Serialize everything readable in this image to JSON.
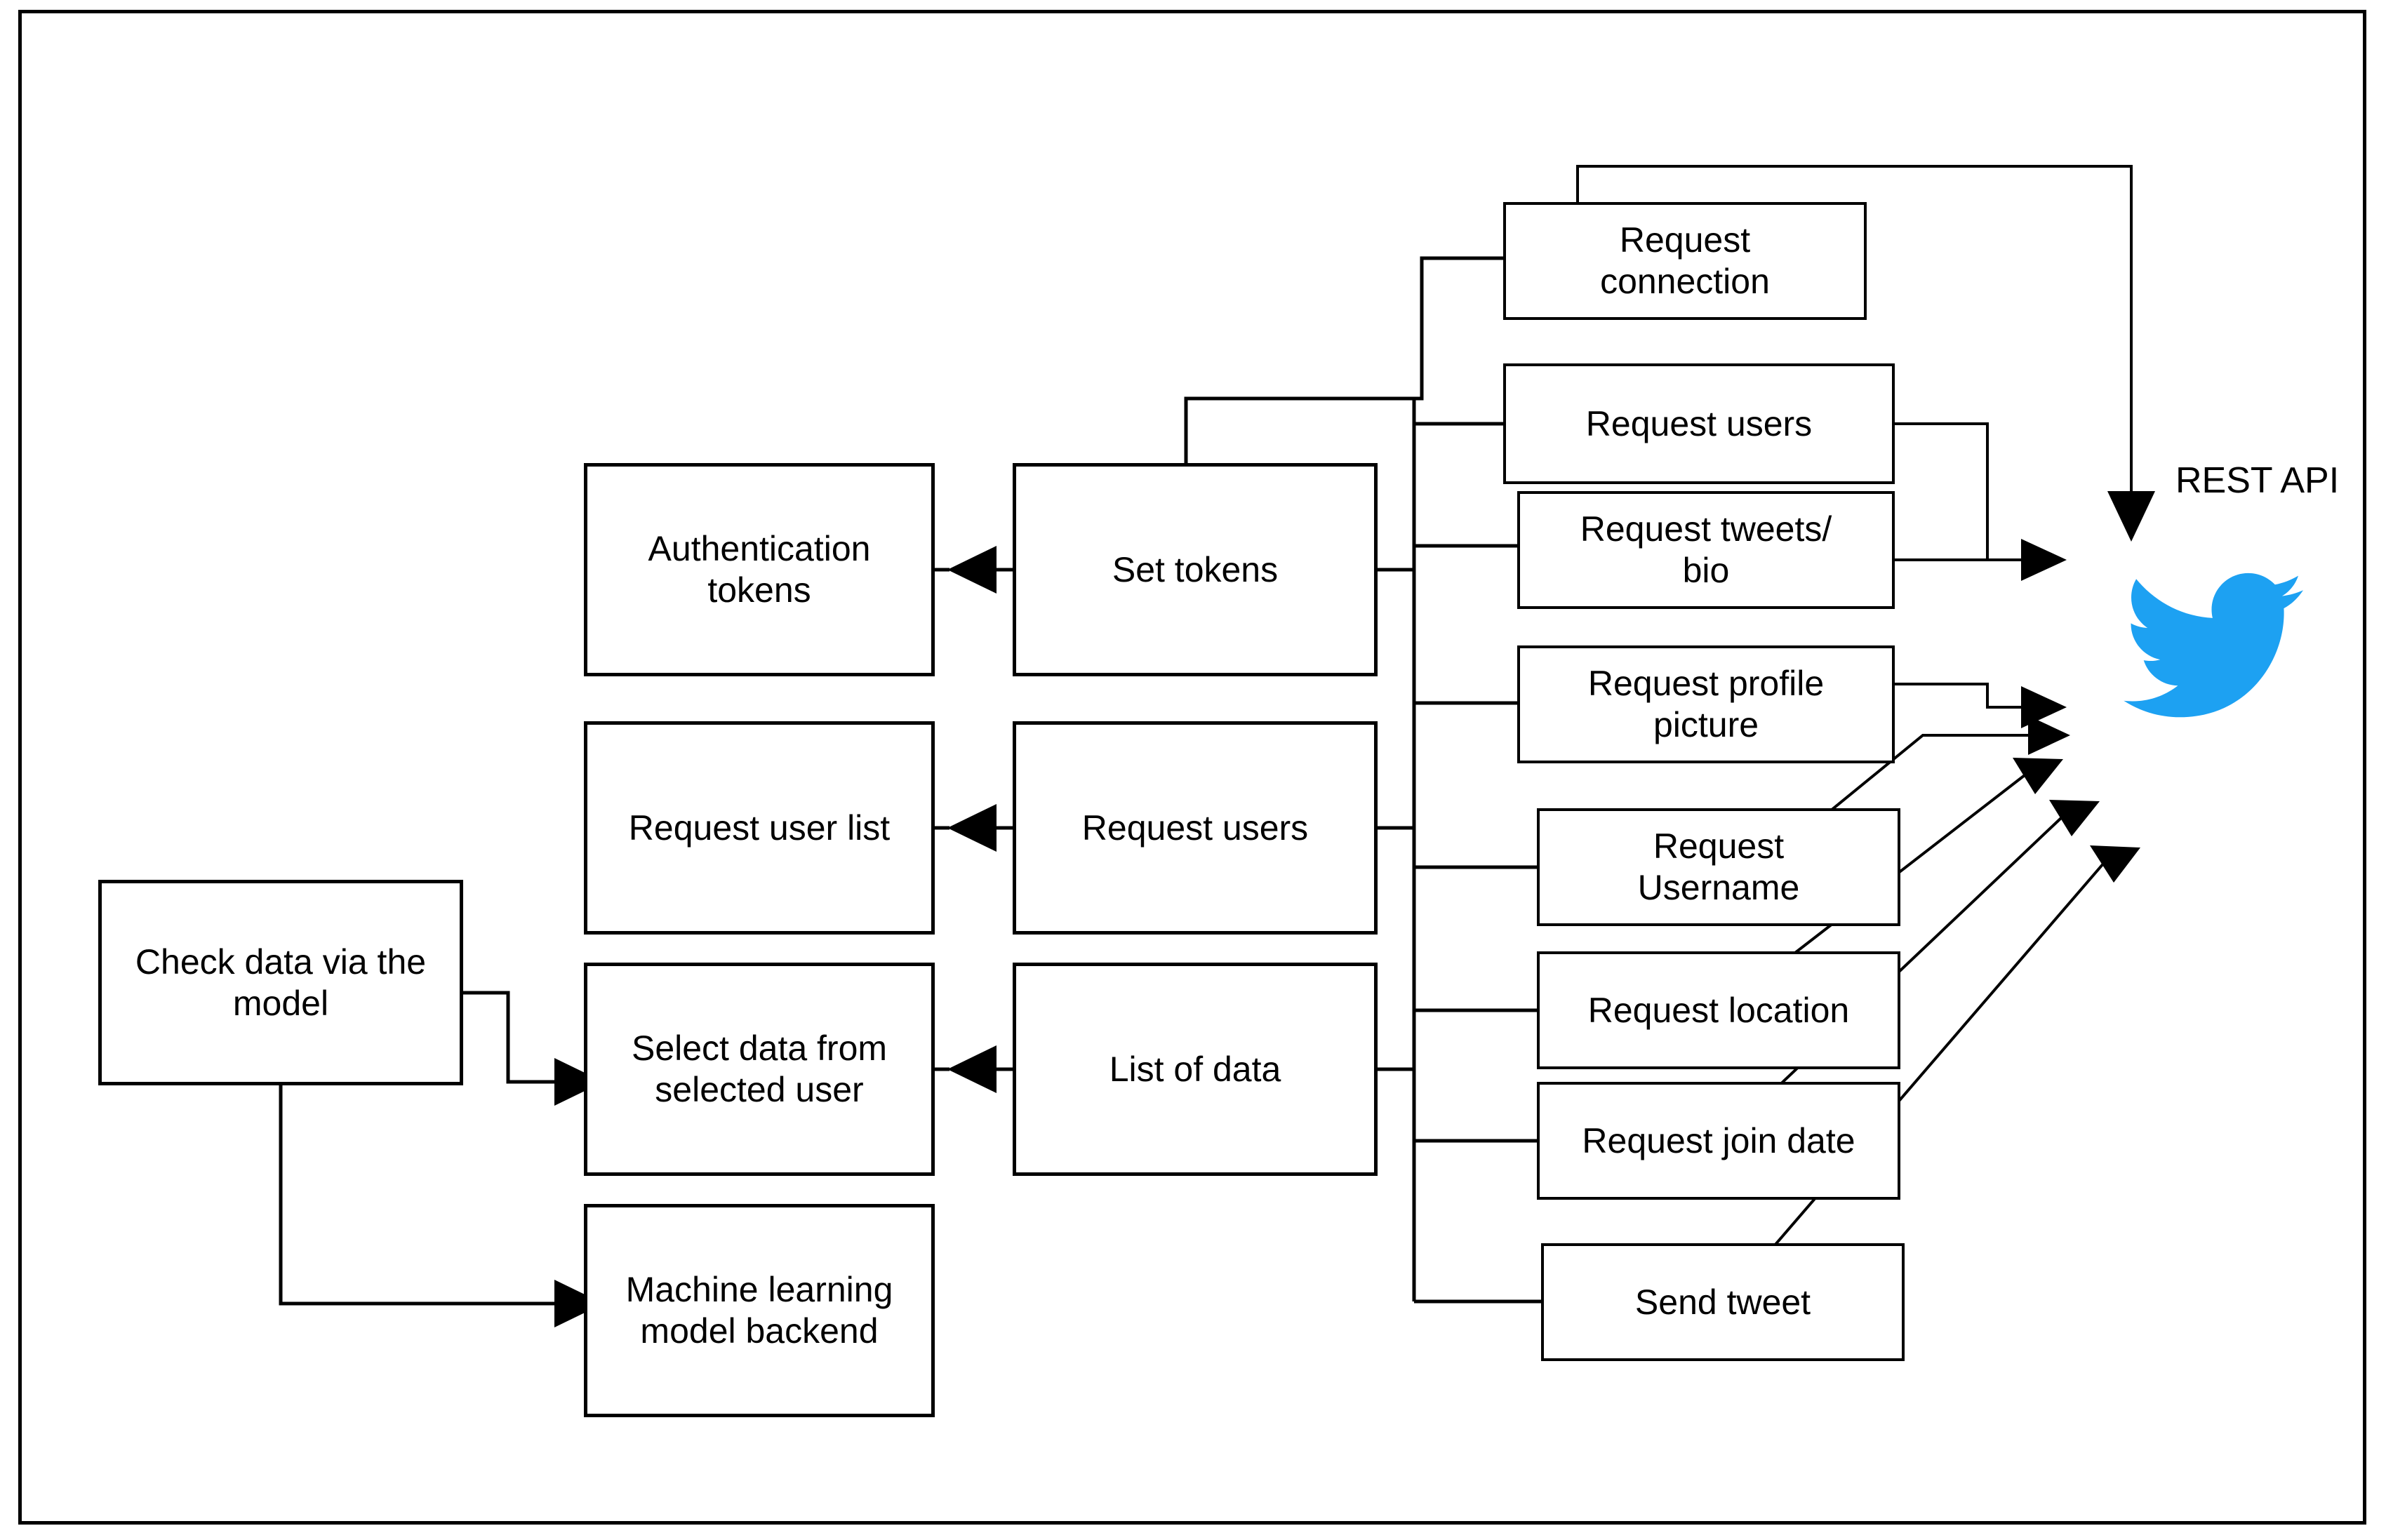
{
  "diagram": {
    "title": "Twitter data pipeline architecture flow diagram",
    "frame": {
      "border_color": "#000000"
    },
    "accent_color": "#1DA1F2",
    "line_color": "#000000",
    "background_color": "#FFFFFF"
  },
  "nodes": {
    "check_data": "Check data via the\nmodel",
    "authentication_tokens": "Authentication\ntokens",
    "request_user_list": "Request user list",
    "select_data": "Select data from\nselected user",
    "ml_backend": "Machine learning\nmodel backend",
    "set_tokens": "Set tokens",
    "request_users_mid": "Request users",
    "list_of_data": "List of data",
    "request_connection": "Request\nconnection",
    "request_users_api": "Request users",
    "request_tweets_bio": "Request tweets/\nbio",
    "request_profile_picture": "Request profile\npicture",
    "request_username": "Request\nUsername",
    "request_location": "Request location",
    "request_join_date": "Request join date",
    "send_tweet": "Send tweet"
  },
  "labels": {
    "rest_api": "REST API"
  },
  "icons": {
    "twitter_bird": "twitter-bird-icon",
    "twitter_bird_color": "#1DA1F2"
  }
}
